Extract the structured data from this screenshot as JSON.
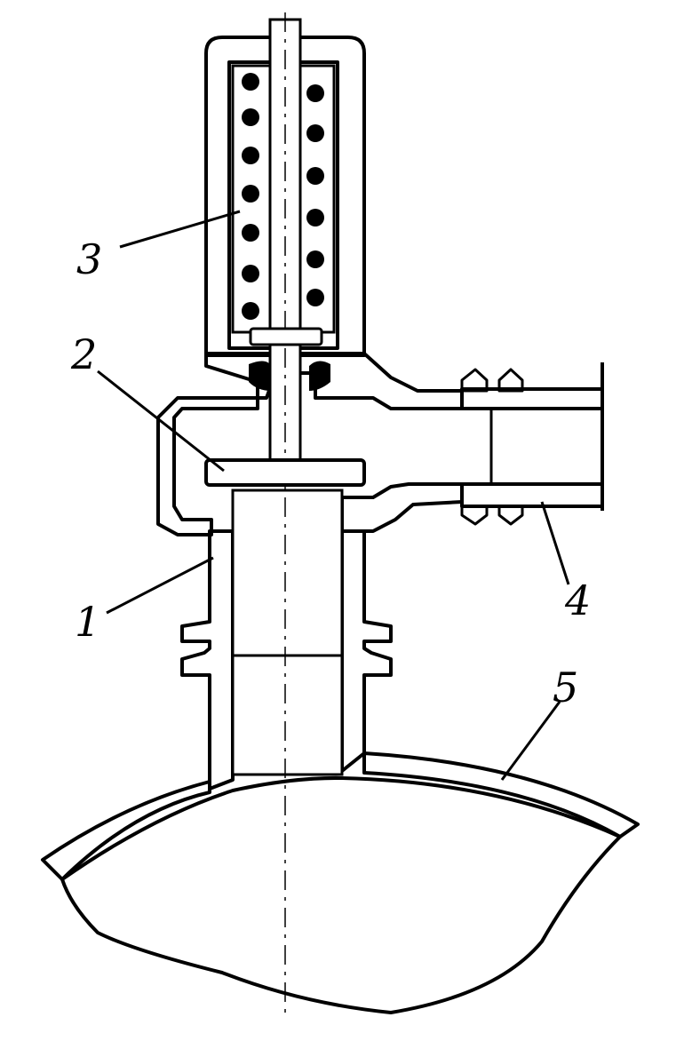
{
  "diagram": {
    "labels": {
      "part_1": "1",
      "part_2": "2",
      "part_3": "3",
      "part_4": "4",
      "part_5": "5"
    },
    "colors": {
      "ink": "#000000",
      "background": "#ffffff"
    }
  }
}
